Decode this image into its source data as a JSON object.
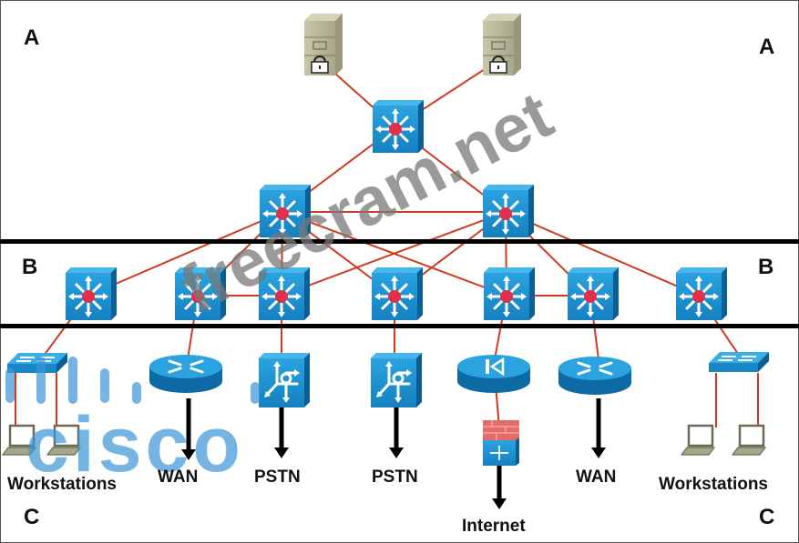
{
  "diagram": {
    "title": "Hierarchical campus network design",
    "tier_labels": {
      "top_left": "A",
      "top_right": "A",
      "middle_left": "B",
      "middle_right": "B",
      "bottom_left": "C",
      "bottom_right": "C"
    },
    "device_labels": {
      "workstations_left": "Workstations",
      "wan_left": "WAN",
      "pstn_left": "PSTN",
      "pstn_right": "PSTN",
      "internet": "Internet",
      "wan_right": "WAN",
      "workstations_right": "Workstations"
    },
    "nodes": [
      {
        "id": "server-1",
        "type": "secure-server"
      },
      {
        "id": "server-2",
        "type": "secure-server"
      },
      {
        "id": "core-top",
        "type": "multilayer-switch"
      },
      {
        "id": "core-left",
        "type": "multilayer-switch"
      },
      {
        "id": "core-right",
        "type": "multilayer-switch"
      },
      {
        "id": "dist-1",
        "type": "multilayer-switch"
      },
      {
        "id": "dist-2",
        "type": "multilayer-switch"
      },
      {
        "id": "dist-3",
        "type": "multilayer-switch"
      },
      {
        "id": "dist-4",
        "type": "multilayer-switch"
      },
      {
        "id": "dist-5",
        "type": "multilayer-switch"
      },
      {
        "id": "dist-6",
        "type": "multilayer-switch"
      },
      {
        "id": "dist-7",
        "type": "multilayer-switch"
      },
      {
        "id": "access-switch-left",
        "type": "workgroup-switch"
      },
      {
        "id": "router-wan-left",
        "type": "router"
      },
      {
        "id": "voice-gw-1",
        "type": "voice-gateway"
      },
      {
        "id": "voice-gw-2",
        "type": "voice-gateway"
      },
      {
        "id": "router-internet",
        "type": "router-edge"
      },
      {
        "id": "firewall",
        "type": "firewall"
      },
      {
        "id": "router-wan-right",
        "type": "router"
      },
      {
        "id": "access-switch-right",
        "type": "workgroup-switch"
      },
      {
        "id": "ws-1",
        "type": "laptop"
      },
      {
        "id": "ws-2",
        "type": "laptop"
      },
      {
        "id": "ws-3",
        "type": "laptop"
      },
      {
        "id": "ws-4",
        "type": "laptop"
      }
    ],
    "links": [
      [
        "server-1",
        "core-top"
      ],
      [
        "server-2",
        "core-top"
      ],
      [
        "core-top",
        "core-left"
      ],
      [
        "core-top",
        "core-right"
      ],
      [
        "core-left",
        "core-right"
      ],
      [
        "core-left",
        "dist-1"
      ],
      [
        "core-left",
        "dist-2"
      ],
      [
        "core-left",
        "dist-3"
      ],
      [
        "core-left",
        "dist-4"
      ],
      [
        "core-left",
        "dist-5"
      ],
      [
        "core-right",
        "dist-3"
      ],
      [
        "core-right",
        "dist-4"
      ],
      [
        "core-right",
        "dist-5"
      ],
      [
        "core-right",
        "dist-6"
      ],
      [
        "core-right",
        "dist-7"
      ],
      [
        "dist-2",
        "dist-3"
      ],
      [
        "dist-5",
        "dist-6"
      ],
      [
        "dist-1",
        "access-switch-left"
      ],
      [
        "dist-2",
        "router-wan-left"
      ],
      [
        "dist-3",
        "voice-gw-1"
      ],
      [
        "dist-4",
        "voice-gw-2"
      ],
      [
        "dist-5",
        "router-internet"
      ],
      [
        "router-internet",
        "firewall"
      ],
      [
        "dist-6",
        "router-wan-right"
      ],
      [
        "dist-7",
        "access-switch-right"
      ],
      [
        "access-switch-left",
        "ws-1"
      ],
      [
        "access-switch-left",
        "ws-2"
      ],
      [
        "access-switch-right",
        "ws-3"
      ],
      [
        "access-switch-right",
        "ws-4"
      ]
    ],
    "colors": {
      "link": "#d03a1e",
      "device_blue": "#1e8fcf",
      "device_blue_dark": "#0d6aa3",
      "switch_center": "#e0304a",
      "server_body": "#b9b79a",
      "firewall_red": "#e56a6a",
      "band": "#000000",
      "watermark_gray": "#8c8c8c",
      "watermark_blue": "#5aa5d8"
    },
    "watermarks": {
      "site": "freecram.net",
      "logo_text": "cisco"
    }
  }
}
